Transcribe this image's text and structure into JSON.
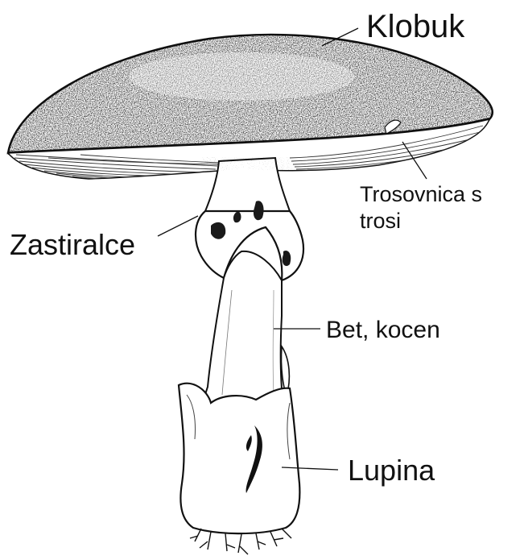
{
  "diagram": {
    "labels": {
      "cap": "Klobuk",
      "gills_line1": "Trosovnica s",
      "gills_line2": "trosi",
      "ring": "Zastiralce",
      "stem": "Bet, kocen",
      "volva": "Lupina"
    }
  },
  "colors": {
    "ink": "#111111",
    "paper": "#ffffff",
    "stipple": "#555555"
  }
}
